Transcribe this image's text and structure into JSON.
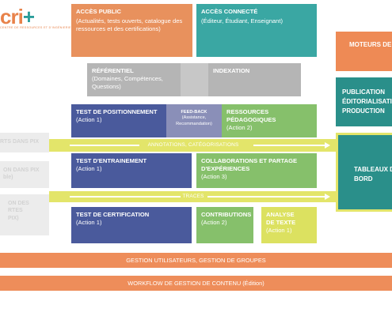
{
  "logo": {
    "text": "cri",
    "plus": "+",
    "tagline": "CENTRE DE RESSOURCES ET D'INGÉNIERIE · FORMATION"
  },
  "top": {
    "public": {
      "title": "ACCÈS PUBLIC",
      "body": "(Actualités, tests ouverts, catalogue des ressources et des certifications)"
    },
    "connected": {
      "title": "ACCÈS CONNECTÉ",
      "body": "(Éditeur, Étudiant, Enseignant)"
    }
  },
  "referentiel": {
    "title": "RÉFÉRENTIEL",
    "body": "(Domaines, Compétences, Questions)"
  },
  "indexation": {
    "title": "INDEXATION"
  },
  "positionnement": {
    "title": "TEST DE POSITIONNEMENT",
    "body": "(Action 1)"
  },
  "feedback": {
    "title": "FEED-BACK",
    "body": "(Assistance, Recommandation)"
  },
  "ressources": {
    "title": "RESSOURCES PÉDAGOGIQUES",
    "body": "(Action 2)"
  },
  "band1": {
    "label": "ANNOTATIONS, CATÉGORISATIONS"
  },
  "entrainement": {
    "title": "TEST D'ENTRAINEMENT",
    "body": "(Action 1)"
  },
  "collaborations": {
    "title": "COLLABORATIONS ET PARTAGE D'EXPÉRIENCES",
    "body": "(Action 3)"
  },
  "band2": {
    "label": "TRACES"
  },
  "certification": {
    "title": "TEST DE CERTIFICATION",
    "body": "(Action 1)"
  },
  "contributions": {
    "title": "CONTRIBUTIONS",
    "body": "(Action 2)"
  },
  "analyse": {
    "title": "ANALYSE DE TEXTE",
    "body": "(Action 1)"
  },
  "right": {
    "moteurs": "MOTEURS DE RECHERCHE",
    "publication": "PUBLICATION ÉDITORIALISATION PRODUCTION",
    "tableaux": "TABLEAUX DE BORD"
  },
  "left": {
    "pix1": "RTS DANS PIX",
    "pix2a": "ON DANS PIX",
    "pix2b": "ble)",
    "pix3a": "ON DES",
    "pix3b": "RTES",
    "pix3c": "PIX)"
  },
  "bottom": {
    "gestion": "GESTION UTILISATEURS, GESTION DE GROUPES",
    "workflow": "WORKFLOW DE GESTION DE CONTENU (Édition)"
  }
}
